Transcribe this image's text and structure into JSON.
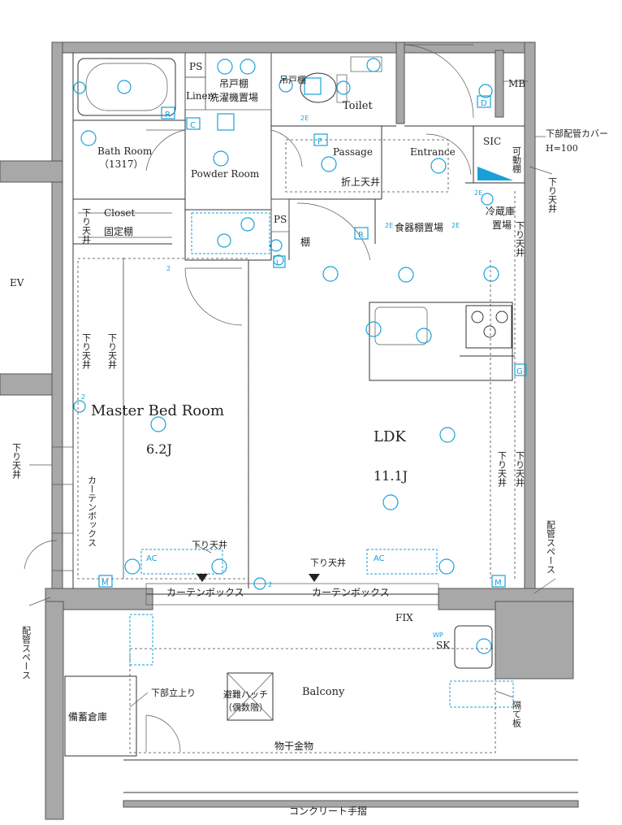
{
  "colors": {
    "wall": "#a8a8a8",
    "fixture": "#1aa0d8",
    "line": "#333333"
  },
  "rooms": {
    "ps_top": "PS",
    "linen": "Linen",
    "bath_room": "Bath Room",
    "bath_size": "（1317）",
    "hanging_shelf_l1": "吊戸棚",
    "hanging_shelf_l2": "洗濯機置場",
    "toilet_shelf": "吊戸棚",
    "toilet": "Toilet",
    "powder_room": "Powder Room",
    "passage": "Passage",
    "folding_ceiling": "折上天井",
    "entrance": "Entrance",
    "sic": "SIC",
    "movable_shelf": "可動棚",
    "mb": "MB",
    "pipe_cover_l1": "下部配管カバー",
    "pipe_cover_l2": "H=100",
    "closet": "Closet",
    "fixed_shelf": "固定棚",
    "ps_mid": "PS",
    "tana": "棚",
    "pantry_space": "食器棚置場",
    "fridge_l1": "冷蔵庫",
    "fridge_l2": "置場",
    "ev": "EV",
    "master_bed": "Master Bed Room",
    "master_size": "6.2J",
    "ldk": "LDK",
    "ldk_size": "11.1J",
    "curtain_box_v": "カーテンボックス",
    "curtain_box_1": "カーテンボックス",
    "curtain_box_2": "カーテンボックス",
    "fix": "FIX",
    "sk": "SK",
    "balcony": "Balcony",
    "escape_hatch_l1": "避難ハッチ",
    "escape_hatch_l2": "（偶数階）",
    "storage": "備蓄倉庫",
    "lower_riser": "下部立上り",
    "drying_hardware": "物干金物",
    "handrail": "コンクリート手摺",
    "partition": "隔て板",
    "piping_space": "配管スペース",
    "lowered_ceiling": "下り天井"
  },
  "fixture_labels": {
    "r": "R",
    "c": "C",
    "d": "D",
    "f": "F",
    "g": "G",
    "m": "M",
    "l": "L",
    "ac": "AC",
    "wp": "WP",
    "two_e": "2E",
    "two": "2"
  }
}
